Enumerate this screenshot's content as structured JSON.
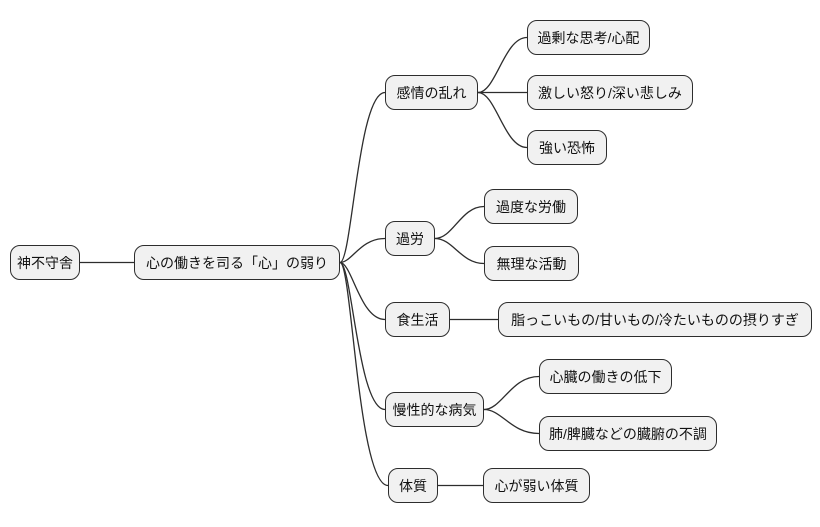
{
  "mindmap": {
    "root": {
      "label": "神不守舎"
    },
    "center": {
      "label": "心の働きを司る「心」の弱り"
    },
    "branches": [
      {
        "label": "感情の乱れ",
        "children": [
          {
            "label": "過剰な思考/心配"
          },
          {
            "label": "激しい怒り/深い悲しみ"
          },
          {
            "label": "強い恐怖"
          }
        ]
      },
      {
        "label": "過労",
        "children": [
          {
            "label": "過度な労働"
          },
          {
            "label": "無理な活動"
          }
        ]
      },
      {
        "label": "食生活",
        "children": [
          {
            "label": "脂っこいもの/甘いもの/冷たいものの摂りすぎ"
          }
        ]
      },
      {
        "label": "慢性的な病気",
        "children": [
          {
            "label": "心臓の働きの低下"
          },
          {
            "label": "肺/脾臓などの臓腑の不調"
          }
        ]
      },
      {
        "label": "体質",
        "children": [
          {
            "label": "心が弱い体質"
          }
        ]
      }
    ],
    "colors": {
      "background": "#ffffff",
      "node_fill": "#f1f1f1",
      "node_border": "#2d2d2d",
      "connector": "#2d2d2d",
      "text": "#111111"
    }
  }
}
